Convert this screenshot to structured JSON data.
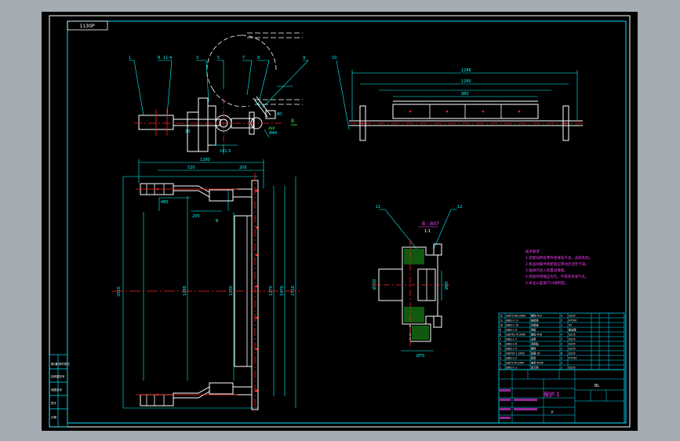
{
  "app": {
    "background": "#a4abb2",
    "canvas": "#000000"
  },
  "colors": {
    "border": "#ffffff",
    "frame": "#00e0ff",
    "part": "#ffffff",
    "center": "#ff2020",
    "dim": "#00ffff",
    "note": "#ff40ff",
    "green": "#30ff30",
    "hatch": "#30ff30"
  },
  "drawing": {
    "code_box": "1130P",
    "section_title": "B - B07",
    "section_scale": "1:1",
    "view_b_label": "B",
    "title_name": "保护 1",
    "title_small_1": "BL",
    "title_small_2": "P"
  },
  "balloons": {
    "b1": "1",
    "b2": "8",
    "b2b": "11",
    "b2c": "4",
    "b3": "3",
    "b4": "5",
    "b5": "7",
    "b6": "8",
    "b7": "9",
    "b8": "10",
    "b9": "11",
    "b10": "12"
  },
  "dims": {
    "d1": "1280",
    "d2": "2010",
    "d3": "520",
    "d4": "200",
    "d5": "1200",
    "d6": "1330",
    "d7": "2710",
    "d8": "1470",
    "d9": "1370",
    "d10": "480",
    "d11": "10",
    "d12": "200",
    "d13": "Ø40",
    "d14": "80",
    "d15": "1288",
    "d16": "1260",
    "d17": "980",
    "d18": "Ø300",
    "d19": "141.5",
    "d20": "Ø70",
    "d21": "Ø80"
  },
  "notes": [
    "技术要求",
    "1.装配前所有零件须清洗干净，去除毛刺。",
    "2.各运动部件装配后应转动灵活无卡滞。",
    "3.轴承内注入适量润滑脂。",
    "4.焊接件焊缝应均匀，不得有夹渣气孔。",
    "5.未注公差按IT14级制造。"
  ],
  "parts_rows": [
    [
      "12",
      "GB/T5783-2000",
      "螺栓 M12",
      "4",
      "Q235",
      "",
      "",
      ""
    ],
    [
      "11",
      "JSBQ-1-11",
      "轴承座",
      "2",
      "HT200",
      "",
      "",
      ""
    ],
    [
      "10",
      "JSBQ-1-10",
      "托辊轴",
      "1",
      "45",
      "",
      "",
      ""
    ],
    [
      "9",
      "JSBQ-1-9",
      "刮板",
      "1",
      "聚氨酯",
      "",
      "",
      ""
    ],
    [
      "8",
      "GB/T6170-2000",
      "螺母 M16",
      "4",
      "Q235",
      "",
      "",
      ""
    ],
    [
      "7",
      "JSBQ-1-7",
      "支架",
      "2",
      "Q235",
      "",
      "",
      ""
    ],
    [
      "6",
      "JSBQ-1-6",
      "连接板",
      "2",
      "Q235",
      "",
      "",
      ""
    ],
    [
      "5",
      "JSBQ-1-5",
      "摆臂",
      "2",
      "Q235",
      "",
      "",
      ""
    ],
    [
      "4",
      "GB/T97.1-2002",
      "垫圈 16",
      "8",
      "Q235",
      "",
      "",
      ""
    ],
    [
      "3",
      "JSBQ-1-3",
      "配重",
      "2",
      "HT150",
      "",
      "",
      ""
    ],
    [
      "2",
      "GB/T276-1994",
      "轴承 6206",
      "2",
      "",
      "",
      "",
      ""
    ],
    [
      "1",
      "JSBQ-1-1",
      "刮刀架",
      "1",
      "Q235",
      "",
      "",
      ""
    ]
  ],
  "left_strip": [
    "借(通)用件登记",
    "旧底图总号",
    "底图总号",
    "签字",
    "日期"
  ]
}
